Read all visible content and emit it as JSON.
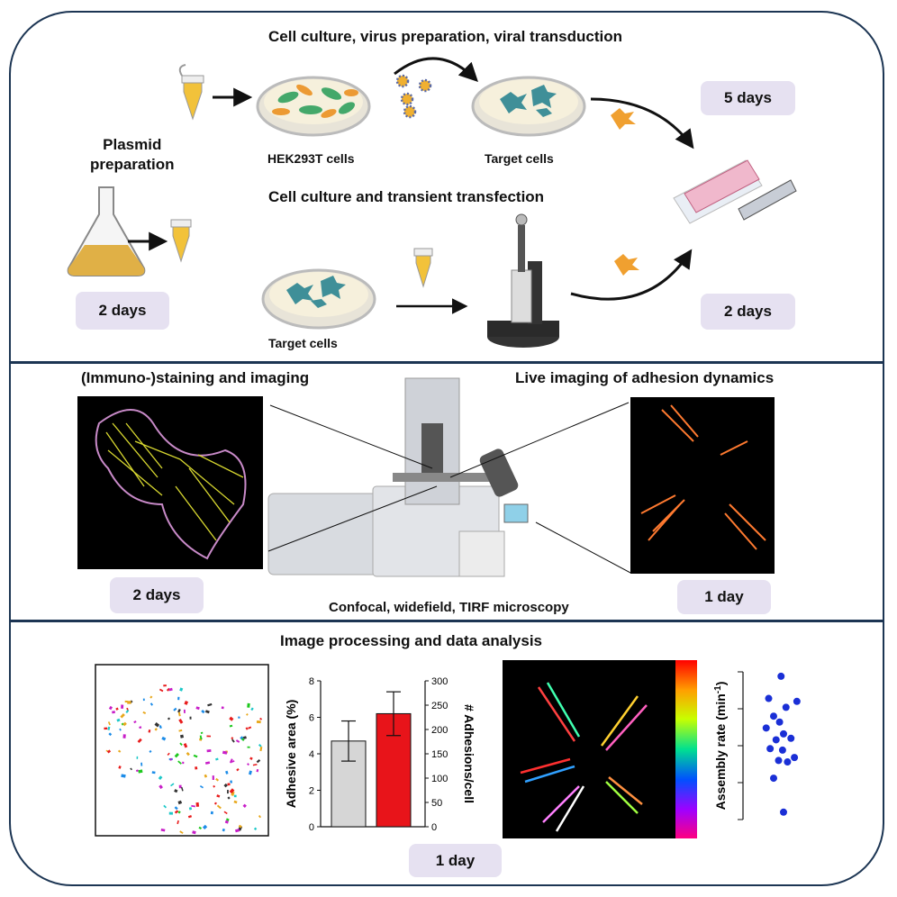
{
  "sections": {
    "top": {
      "title_virus": "Cell culture, virus preparation, viral transduction",
      "plasmid_label": "Plasmid\npreparation",
      "hek_label": "HEK293T cells",
      "target_label_1": "Target cells",
      "title_transfection": "Cell culture and transient transfection",
      "target_label_2": "Target cells",
      "badge_5days": "5 days",
      "badge_2days_left": "2 days",
      "badge_2days_right": "2 days"
    },
    "middle": {
      "title_staining": "(Immuno-)staining and imaging",
      "title_live": "Live imaging of adhesion dynamics",
      "microscopy_label": "Confocal, widefield, TIRF microscopy",
      "badge_left": "2 days",
      "badge_right": "1 day"
    },
    "bottom": {
      "title": "Image processing and data analysis",
      "badge": "1 day"
    }
  },
  "chart_data": [
    {
      "type": "bar",
      "categories": [
        "",
        ""
      ],
      "series": [
        {
          "values": [
            4.7
          ],
          "error": [
            1.1
          ]
        },
        {
          "values": [
            6.2
          ],
          "error": [
            1.2
          ]
        }
      ],
      "ylabel": "Adhesive area (%)",
      "ylim": [
        0,
        8
      ],
      "yticks": [
        "0",
        "2",
        "4",
        "6",
        "8"
      ],
      "y2label": "# Adhesions/cell",
      "y2lim": [
        0,
        300
      ],
      "y2ticks": [
        "0",
        "50",
        "100",
        "150",
        "200",
        "250",
        "300"
      ],
      "colors": [
        "#d6d6d6",
        "#e8141a"
      ]
    },
    {
      "type": "scatter",
      "ylabel": "Assembly rate (min",
      "ylabel_sup": "-1",
      "ylabel_end": ")",
      "point_color": "#1a2fd6",
      "points": [
        [
          0.55,
          0.97
        ],
        [
          0.3,
          0.82
        ],
        [
          0.65,
          0.76
        ],
        [
          0.87,
          0.8
        ],
        [
          0.4,
          0.7
        ],
        [
          0.52,
          0.66
        ],
        [
          0.25,
          0.62
        ],
        [
          0.6,
          0.58
        ],
        [
          0.45,
          0.54
        ],
        [
          0.75,
          0.55
        ],
        [
          0.33,
          0.48
        ],
        [
          0.58,
          0.47
        ],
        [
          0.82,
          0.42
        ],
        [
          0.5,
          0.4
        ],
        [
          0.68,
          0.39
        ],
        [
          0.4,
          0.28
        ],
        [
          0.6,
          0.05
        ]
      ]
    }
  ]
}
